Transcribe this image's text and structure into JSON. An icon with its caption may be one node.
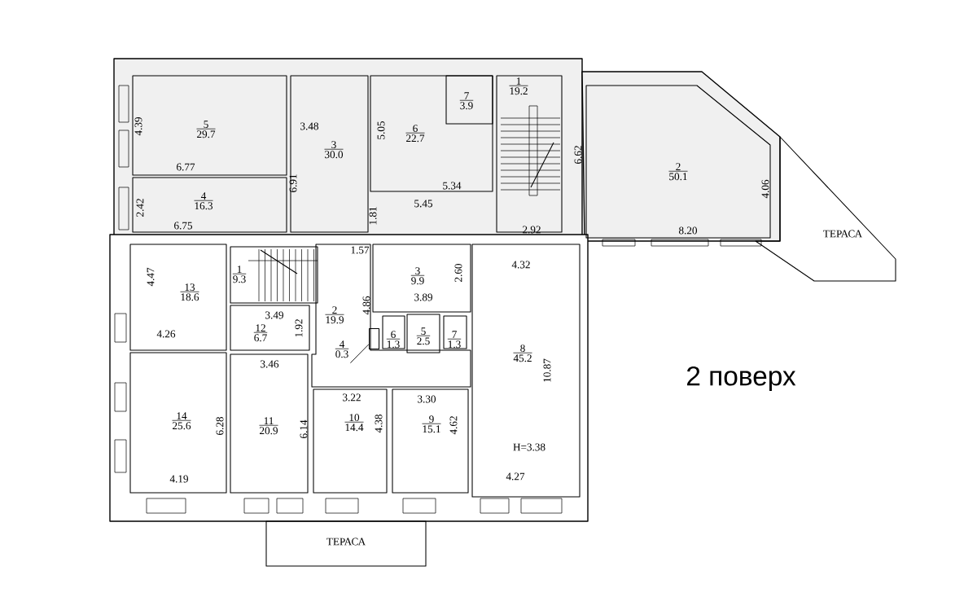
{
  "diagram": {
    "title": "2 поверх",
    "nodes": [
      {
        "text": [
          "5",
          "29.7"
        ]
      },
      {
        "text": [
          "3",
          "30.0"
        ]
      },
      {
        "text": [
          "6",
          "22.7"
        ]
      },
      {
        "text": [
          "7",
          "3.9"
        ],
        "in": 2
      },
      {
        "text": [
          "1",
          "19.2"
        ]
      },
      {
        "text": [
          "2",
          "50.1"
        ]
      },
      {
        "text": [
          "4",
          "16.3"
        ]
      },
      {
        "text": [
          "ТЕРАСА"
        ]
      },
      {
        "text": [
          "1",
          "9.3"
        ]
      },
      {
        "text": [
          "3",
          "9.9"
        ]
      },
      {
        "text": [
          "8",
          "45.2"
        ]
      },
      {
        "text": [
          "13",
          "18.6"
        ]
      },
      {
        "text": [
          "2",
          "19.9"
        ]
      },
      {
        "text": [
          "12",
          "6.7"
        ]
      },
      {
        "text": [
          "6",
          "1.3"
        ]
      },
      {
        "text": [
          "5",
          "2.5"
        ]
      },
      {
        "text": [
          "7",
          "1.3"
        ]
      },
      {
        "text": [],
        "shape": "box"
      },
      {
        "text": [
          "4",
          "0.3"
        ],
        "in": 12
      },
      {
        "text": [
          "14",
          "25.6"
        ]
      },
      {
        "text": [
          "11",
          "20.9"
        ]
      },
      {
        "text": [
          "10",
          "14.4"
        ]
      },
      {
        "text": [
          "9",
          "15.1"
        ]
      },
      {
        "text": [
          "ТЕРАСА"
        ]
      }
    ],
    "edges": [
      {
        "from": 18,
        "to": 17,
        "arrow": "none"
      }
    ],
    "labels": [
      "4.39",
      "3.48",
      "5.05",
      "6.62",
      "6.77",
      "6.91",
      "4.06",
      "5.34",
      "5.45",
      "2.42",
      "1.81",
      "6.75",
      "2.92",
      "8.20",
      "1.57",
      "4.32",
      "4.47",
      "2.60",
      "3.89",
      "4.86",
      "3.49",
      "1.92",
      "4.26",
      "3.46",
      "10.87",
      "3.22",
      "3.30",
      "6.28",
      "6.14",
      "4.38",
      "4.62",
      "H=3.38",
      "4.19",
      "4.27"
    ]
  }
}
